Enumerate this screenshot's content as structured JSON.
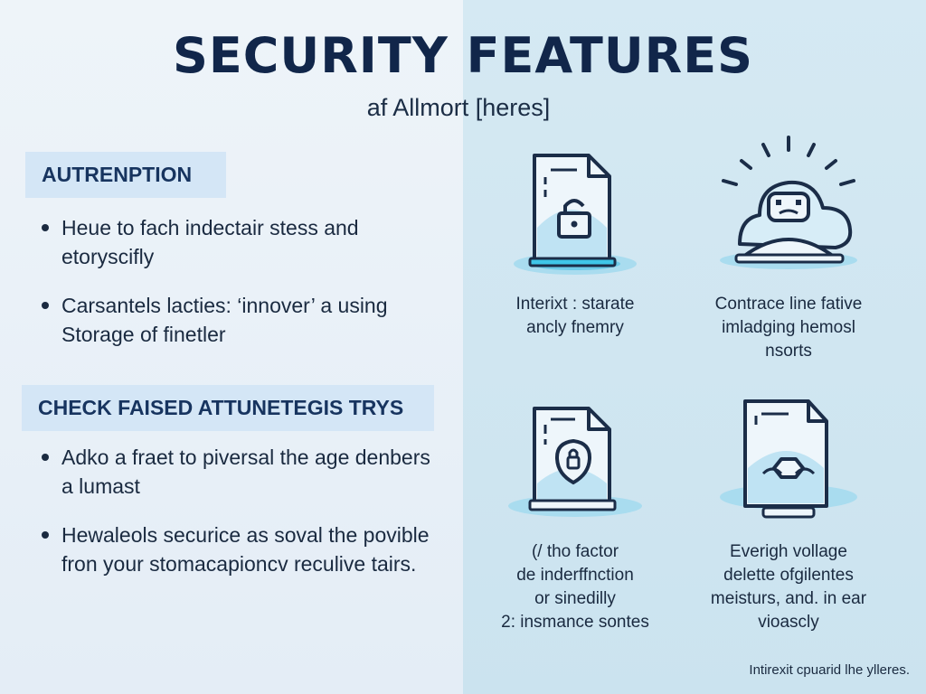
{
  "header": {
    "title": "SECURITY FEATURES",
    "subtitle": "af Allmort [heres]"
  },
  "left": {
    "section1": {
      "heading": "AUTRENPTION",
      "bullets": [
        "Heue to fach indectair stess and etoryscifly",
        "Carsantels lacties: ‘innover’ a using Storage of finetler"
      ]
    },
    "section2": {
      "heading": "CHECK FAISED ATTUNETEGIS TRYS",
      "bullets": [
        "Adko a fraet to piversal the age denbers a lumast",
        "Hewaleols securice as soval the povible fron your stomacapioncv reculive tairs."
      ]
    }
  },
  "right": {
    "features": [
      {
        "icon": "document-lock-icon",
        "caption": "Interixt : starate\nancly fnemry"
      },
      {
        "icon": "cloud-gamepad-icon",
        "caption": "Contrace line fative\nimladging hemosl\nnsorts"
      },
      {
        "icon": "document-shield-icon",
        "caption": "(/ tho factor\nde inderffnction\nor sinedilly\n2: insmance sontes"
      },
      {
        "icon": "document-hexagon-icon",
        "caption": "Everigh vollage\ndelette ofgilentes\nmeisturs, and. in ear\nvioascly"
      }
    ]
  },
  "footer": {
    "text": "Intirexit cpuarid lhe ylleres."
  },
  "colors": {
    "title": "#11264a",
    "left_bg": "#eef4f9",
    "right_bg": "#d5e9f3",
    "section_bg": "#d4e6f6",
    "accent_cyan": "#3fc6e8",
    "icon_stroke": "#1b2d48"
  }
}
